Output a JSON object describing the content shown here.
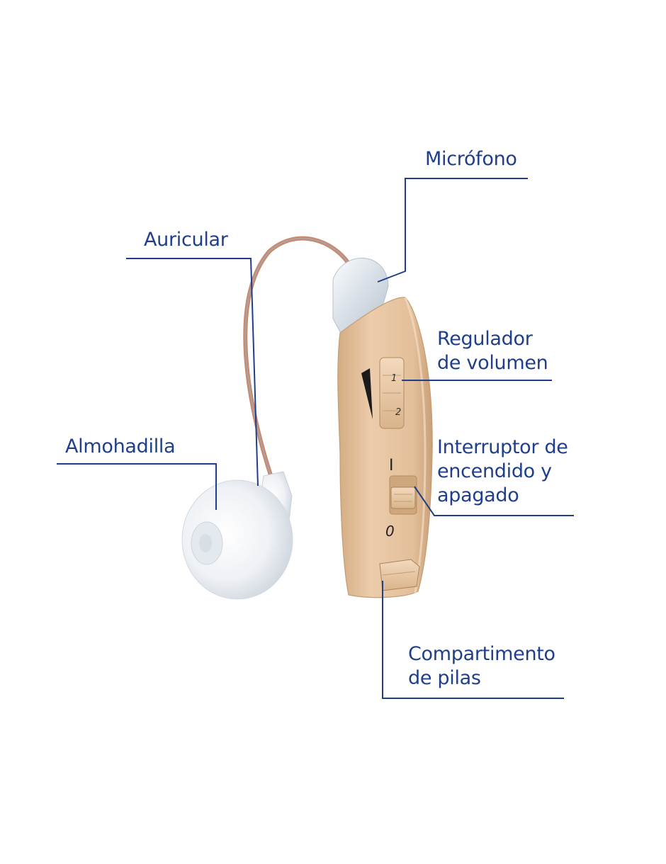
{
  "labels": {
    "microfono": "Micrófono",
    "auricular": "Auricular",
    "regulador_line1": "Regulador",
    "regulador_line2": "de volumen",
    "almohadilla": "Almohadilla",
    "interruptor_line1": "Interruptor de",
    "interruptor_line2": "encendido y",
    "interruptor_line3": "apagado",
    "compartimento_line1": "Compartimento",
    "compartimento_line2": "de pilas"
  },
  "device_markings": {
    "volume_mark_1": "1",
    "volume_mark_2": "2",
    "switch_on": "I",
    "switch_off": "0"
  },
  "colors": {
    "label_text": "#1f3f8a",
    "leader_line": "#1f3f8a",
    "device_body": "#e7c6a1",
    "earpiece": "#eef2f6"
  }
}
